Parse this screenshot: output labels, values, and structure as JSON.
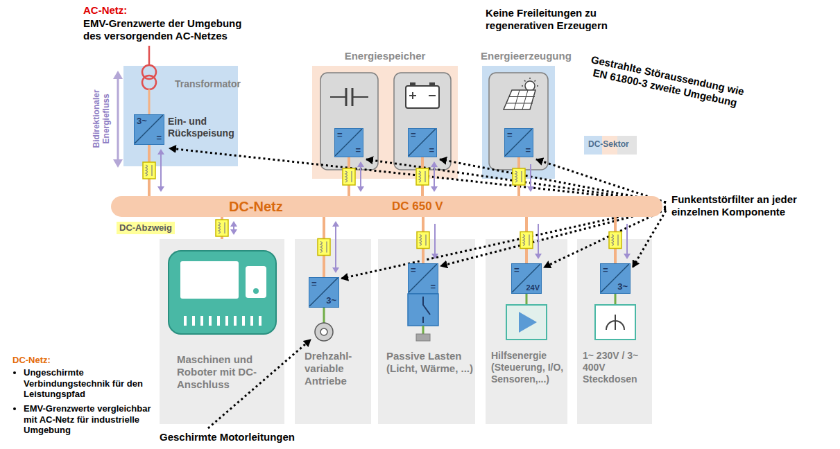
{
  "diagram": {
    "nodes": [
      {
        "text": [
          "Ein- und Rückspeisung"
        ]
      },
      {
        "text": [
          "3~",
          "="
        ],
        "in": 0
      },
      {
        "text": [
          "Energiespeicher"
        ]
      },
      {
        "text": [
          "=",
          "="
        ],
        "in": 2
      },
      {
        "text": [
          "=",
          "="
        ],
        "in": 2
      },
      {
        "text": [
          "Energieerzeugung"
        ]
      },
      {
        "text": [
          "=",
          "="
        ],
        "in": 5
      },
      {
        "text": [
          "DC-Netz",
          "DC 650 V"
        ]
      },
      {
        "text": [
          "Maschinen und Roboter mit DC-Anschluss"
        ]
      },
      {
        "text": [
          "Drehzahl-variable Antriebe"
        ]
      },
      {
        "text": [
          "=",
          "3~"
        ],
        "in": 9
      },
      {
        "text": [
          "Passive Lasten (Licht, Wärme, ...)"
        ]
      },
      {
        "text": [
          "=",
          "="
        ],
        "in": 11
      },
      {
        "text": [
          "Hilfsenergie (Steuerung, I/O, Sensoren,...)"
        ]
      },
      {
        "text": [
          "=",
          "24V"
        ],
        "in": 13
      },
      {
        "text": [
          "1~ 230V / 3~ 400V Steckdosen"
        ]
      },
      {
        "text": [
          "=",
          "3~"
        ],
        "in": 15
      }
    ],
    "edges": [
      {
        "from": 1,
        "to": 7,
        "arrow": "none"
      },
      {
        "from": 3,
        "to": 7,
        "arrow": "none"
      },
      {
        "from": 4,
        "to": 7,
        "arrow": "none"
      },
      {
        "from": 6,
        "to": 7,
        "arrow": "none"
      },
      {
        "from": 7,
        "to": 8,
        "arrow": "none"
      },
      {
        "from": 7,
        "to": 10,
        "arrow": "none"
      },
      {
        "from": 7,
        "to": 12,
        "arrow": "none"
      },
      {
        "from": 7,
        "to": 14,
        "arrow": "none"
      },
      {
        "from": 7,
        "to": 16,
        "arrow": "none"
      }
    ],
    "labels": [
      "AC-Netz:",
      "EMV-Grenzwerte der Umgebung des versorgenden AC-Netzes",
      "Keine Freileitungen zu regenerativen Erzeugern",
      "Transformator",
      "Bidirektionaler Energiefluss",
      "Gestrahlte Störaussendung wie EN 61800-3 zweite Umgebung",
      "DC-Sektor",
      "Funkentstörfilter an jeder einzelnen Komponente",
      "DC-Abzweig",
      "DC-Netz:",
      "Ungeschirmte Verbindungstechnik für den Leistungspfad",
      "EMV-Grenzwerte vergleichbar mit AC-Netz für industrielle Umgebung",
      "Geschirmte Motorleitungen"
    ]
  }
}
